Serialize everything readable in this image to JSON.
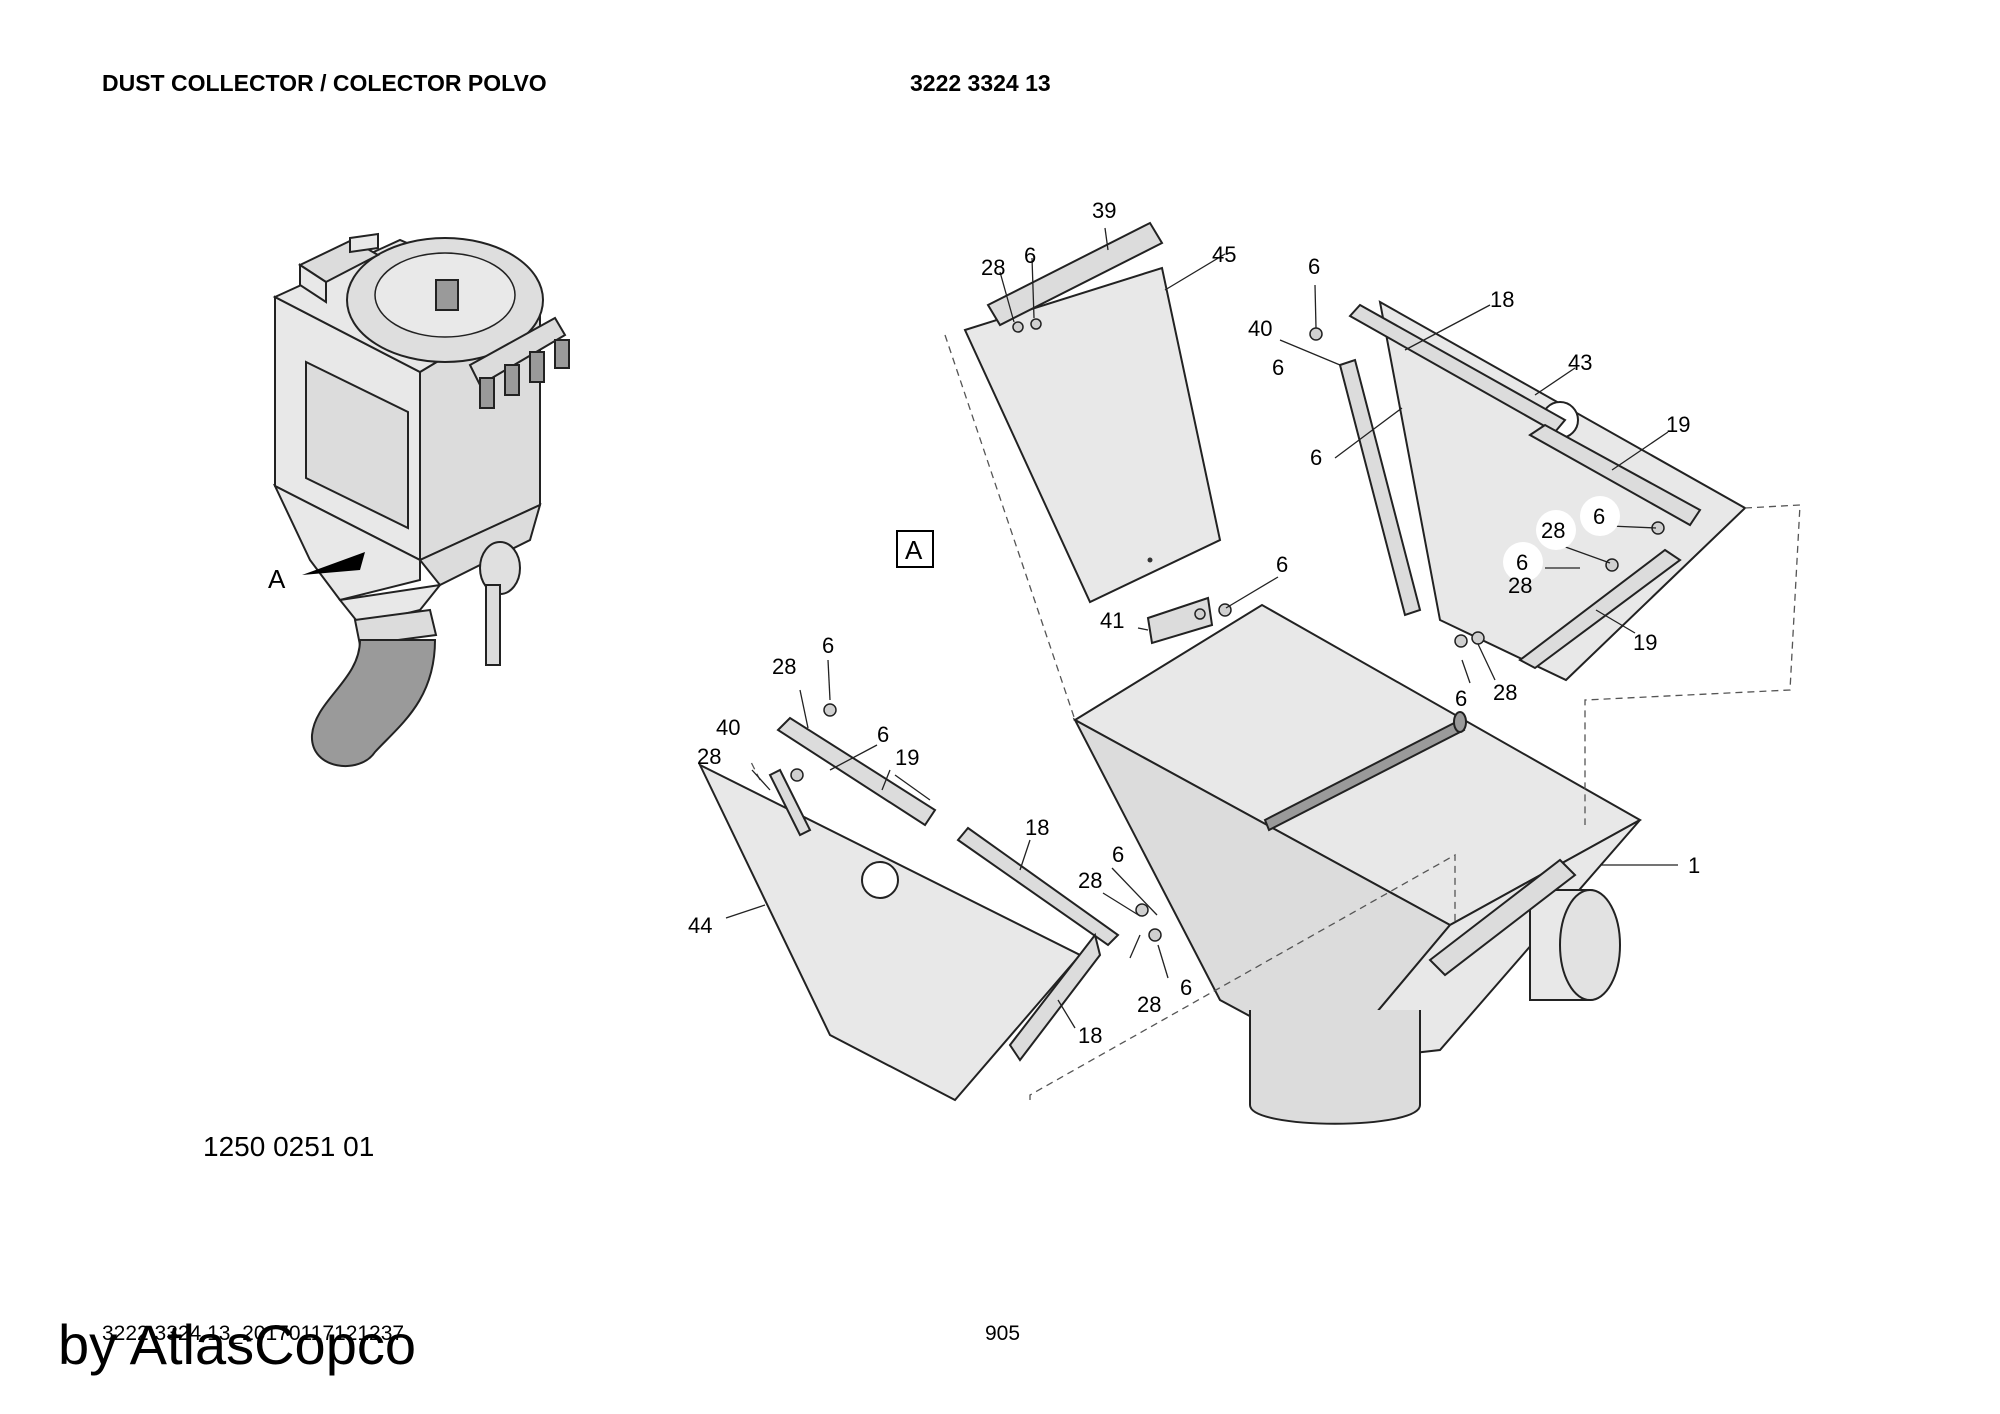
{
  "header": {
    "title": "DUST COLLECTOR / COLECTOR POLVO",
    "part_number": "3222 3324 13"
  },
  "view_marker": "A",
  "view_box_label": "A",
  "drawing_number": "1250 0251 01",
  "footer": {
    "document_id": "3222 3324 13_20170117121237",
    "page_number": "905"
  },
  "watermark": "by AtlasCopco",
  "callouts": {
    "c39": "39",
    "c45": "45",
    "c28a": "28",
    "c6a": "6",
    "c6b": "6",
    "c18a": "18",
    "c40a": "40",
    "c43": "43",
    "c6c": "6",
    "c19a": "19",
    "c6d": "6",
    "c28b": "28",
    "c6e": "6",
    "c6f": "6",
    "c41": "41",
    "c6g": "6",
    "c28c": "28",
    "c19b": "19",
    "c6h": "6",
    "c28d": "28",
    "c6i": "6",
    "c28e": "28",
    "c40b": "40",
    "c28f": "28",
    "c6j": "6",
    "c19c": "19",
    "c18b": "18",
    "c28g": "28",
    "c6k": "6",
    "c1": "1",
    "c44": "44",
    "c28h": "28",
    "c6l": "6",
    "c18c": "18"
  }
}
